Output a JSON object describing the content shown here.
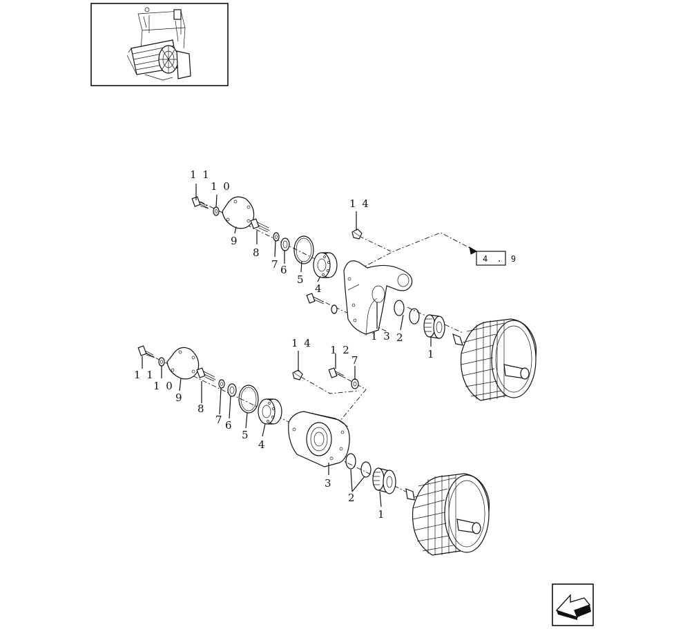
{
  "inset": {
    "icon": "machine-overview-icon"
  },
  "upper_assembly": {
    "labels": [
      "1 1",
      "1 0",
      "9",
      "8",
      "7",
      "6",
      "5",
      "4",
      "1 4",
      "1 3",
      "2",
      "1"
    ],
    "reference": "4 . 9"
  },
  "lower_assembly": {
    "labels": [
      "1 1",
      "1 0",
      "9",
      "8",
      "7",
      "6",
      "5",
      "4",
      "1 4",
      "1 2",
      "7",
      "3",
      "2",
      "1"
    ]
  },
  "nav": {
    "icon": "previous-page-arrow-icon"
  }
}
